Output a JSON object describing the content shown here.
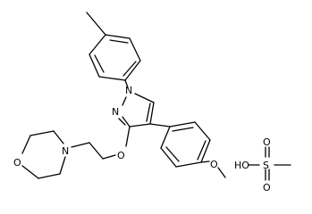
{
  "diagram_type": "chemical-structure",
  "colors": {
    "bond": "#000000",
    "atom_label": "#000000",
    "background": "#ffffff"
  },
  "atoms": {
    "pyrazole_n1": "N",
    "pyrazole_n2": "N",
    "ether_oxygen": "O",
    "morpholine_n": "N",
    "morpholine_o": "O",
    "methoxy_o": "O",
    "sulfonic_ho": "HO",
    "sulfur": "S",
    "sulfonyl_o_top": "O",
    "sulfonyl_o_bottom": "O"
  }
}
